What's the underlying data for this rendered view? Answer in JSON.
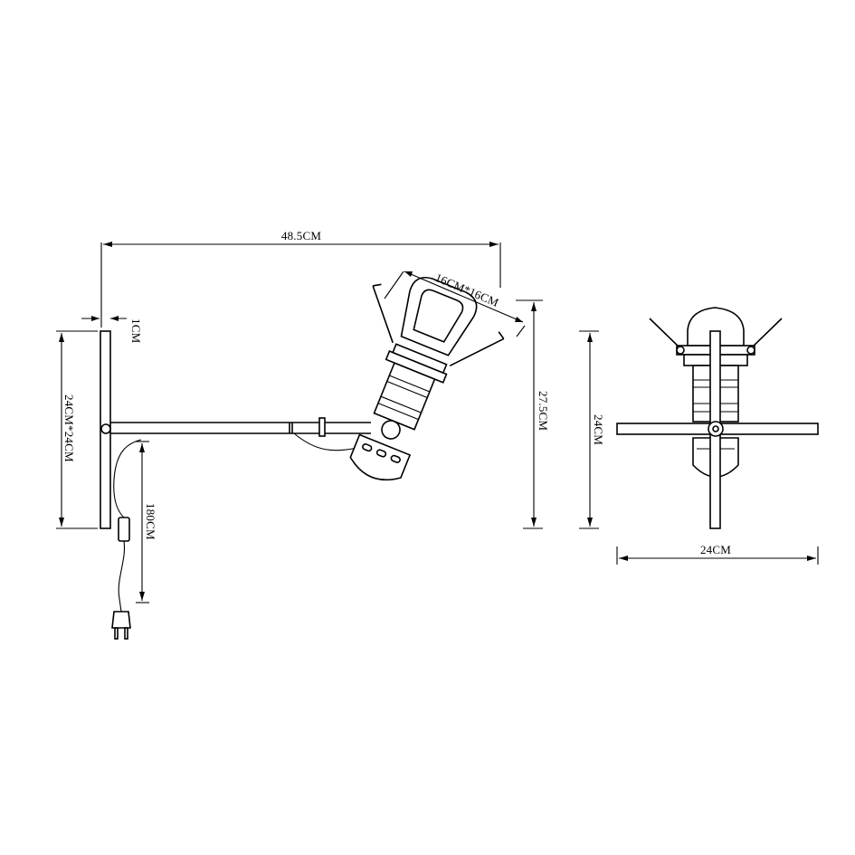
{
  "dimensions": {
    "overall_width": "48.5CM",
    "shade_size": "16CM*16CM",
    "overall_height": "27.5CM",
    "backplate_thickness": "1CM",
    "backplate_size": "24CM*24CM",
    "cord_length": "180CM",
    "front_height": "24CM",
    "front_width": "24CM"
  },
  "colors": {
    "line": "#000000",
    "background": "#ffffff"
  }
}
